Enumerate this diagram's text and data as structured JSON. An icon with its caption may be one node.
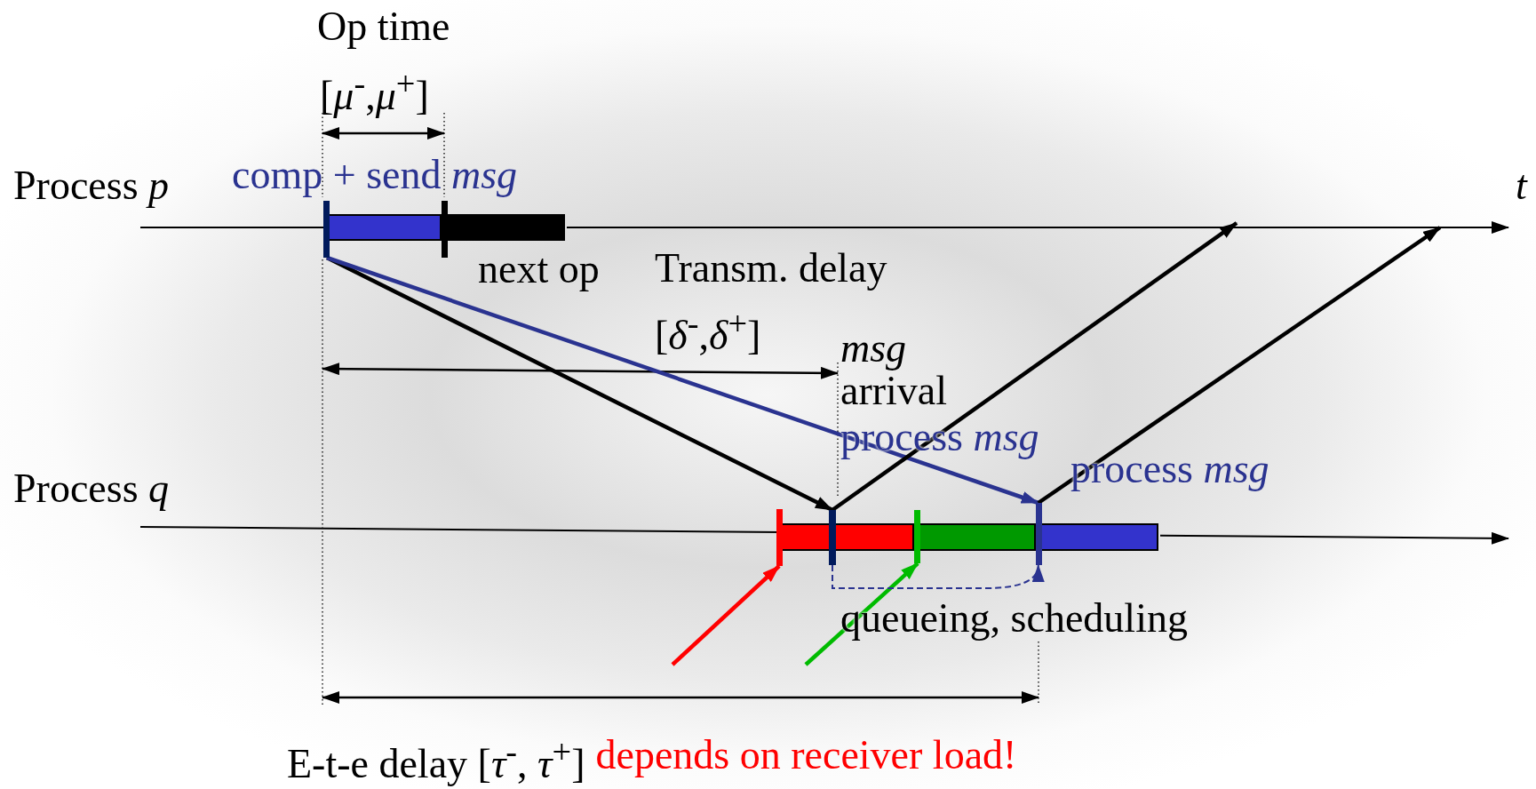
{
  "diagram": {
    "nodes": [
      {
        "text": [
          "comp + send *msg*"
        ]
      },
      {
        "text": [
          "next op"
        ]
      },
      {
        "text": [],
        "shape": "bar"
      },
      {
        "text": [],
        "shape": "bar"
      },
      {
        "text": [
          "process *msg*"
        ]
      },
      {
        "text": [
          "*msg* arrival"
        ],
        "in": 2
      }
    ],
    "edges": [
      {
        "from": 0,
        "to": 5,
        "arrow": "to"
      },
      {
        "from": 0,
        "to": 4,
        "arrow": "to",
        "color": "#2a3390"
      },
      {
        "from": 5,
        "to": null,
        "arrow": "to"
      },
      {
        "from": 4,
        "to": null,
        "arrow": "to"
      },
      {
        "from": null,
        "to": 2,
        "arrow": "to",
        "color": "#ff0000"
      },
      {
        "from": null,
        "to": 3,
        "arrow": "to",
        "color": "#00bb00"
      },
      {
        "from": 5,
        "to": 4,
        "arrow": "to",
        "style": "dashed",
        "color": "#2a3390"
      }
    ],
    "labels": [
      "Op time",
      "[*μ*$^{-}$,*μ*$^{+}$]",
      "Process *p*",
      "t",
      "Transm. delay",
      "[*δ*$^{-}$,*δ*$^{+}$]",
      "process *msg*",
      "Process *q*",
      "queueing, scheduling",
      "E-t-e delay [*τ*$^{-}$, *τ*$^{+}$]",
      "depends on receiver load!"
    ]
  }
}
